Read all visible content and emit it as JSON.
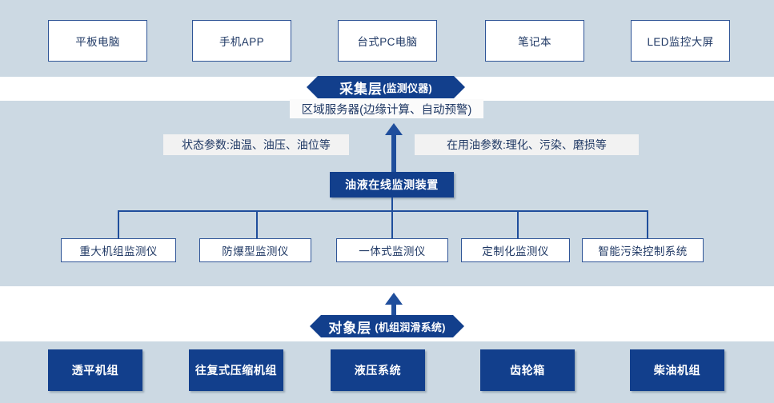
{
  "bands": {
    "top_label": "presentation-band",
    "mid_label": "acquisition-band",
    "bottom_label": "object-band",
    "color": "#ccd9e3"
  },
  "colors": {
    "navy": "#123f8c",
    "outline_blue": "#2f5597",
    "text_blue": "#1f3864",
    "connector_blue": "#1f4e9c",
    "band": "#ccd9e3"
  },
  "presentation_layer": {
    "items": [
      {
        "label": "平板电脑"
      },
      {
        "label": "手机APP"
      },
      {
        "label": "台式PC电脑"
      },
      {
        "label": "笔记本"
      },
      {
        "label": "LED监控大屏"
      }
    ]
  },
  "acquisition_banner": {
    "title": "采集层",
    "subtitle": "(监测仪器)"
  },
  "server_strip": {
    "label": "区域服务器(边缘计算、自动预警)"
  },
  "parameters": {
    "left": "状态参数:油温、油压、油位等",
    "right": "在用油参数:理化、污染、磨损等"
  },
  "device": {
    "label": "油液在线监测装置"
  },
  "monitors": {
    "items": [
      {
        "label": "重大机组监测仪"
      },
      {
        "label": "防爆型监测仪"
      },
      {
        "label": "一体式监测仪"
      },
      {
        "label": "定制化监测仪"
      },
      {
        "label": "智能污染控制系统"
      }
    ]
  },
  "object_banner": {
    "title": "对象层",
    "subtitle": "(机组润滑系统)"
  },
  "object_layer": {
    "items": [
      {
        "label": "透平机组"
      },
      {
        "label": "往复式压缩机组"
      },
      {
        "label": "液压系统"
      },
      {
        "label": "齿轮箱"
      },
      {
        "label": "柴油机组"
      }
    ]
  }
}
